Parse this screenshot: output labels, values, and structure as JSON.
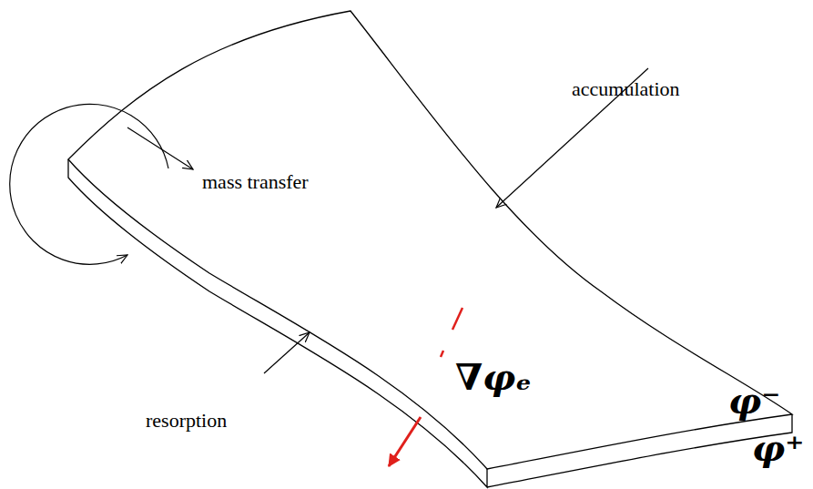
{
  "diagram": {
    "labels": [
      "mass transfer",
      "accumulation",
      "φ⁻",
      "∇φₑ",
      "φ⁺",
      "resorption"
    ]
  }
}
